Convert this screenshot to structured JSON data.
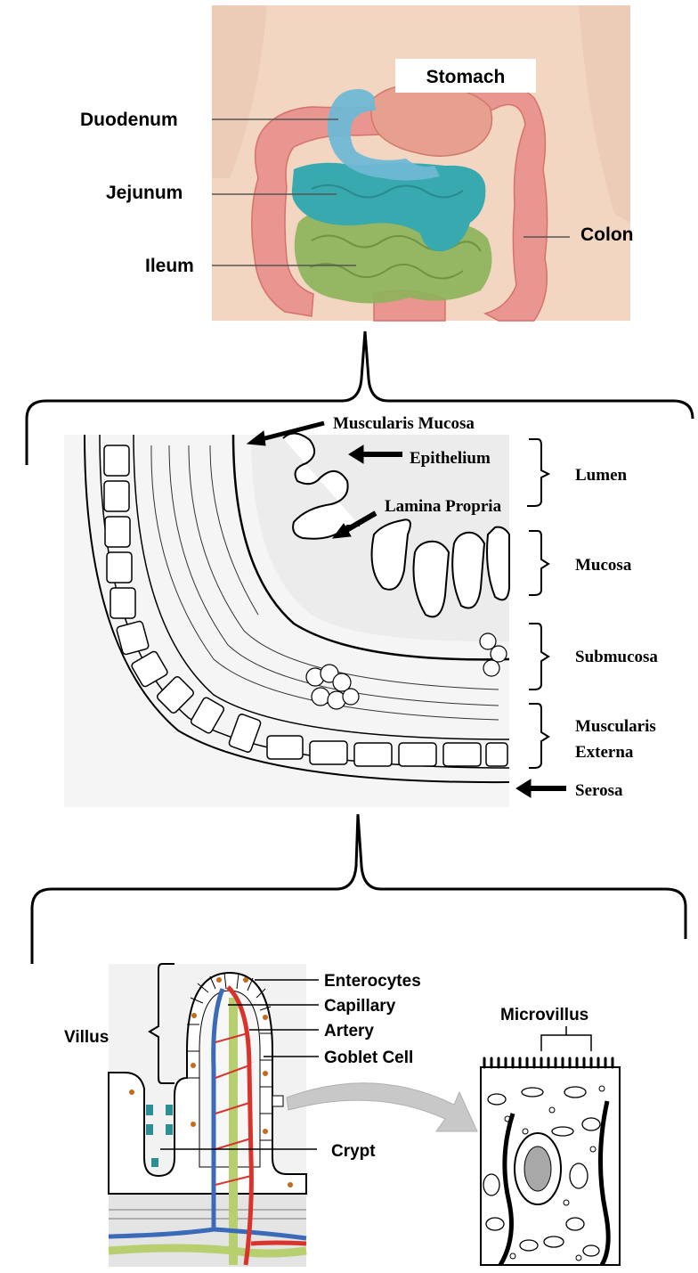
{
  "top_panel": {
    "labels": {
      "stomach": "Stomach",
      "duodenum": "Duodenum",
      "jejunum": "Jejunum",
      "ileum": "Ileum",
      "colon": "Colon"
    },
    "colors": {
      "skin": "#f0d2bd",
      "colon": "#e8908a",
      "stomach": "#e7a08f",
      "duodenum": "#6fb8d4",
      "jejunum": "#38a9ae",
      "ileum": "#8db35b"
    }
  },
  "middle_panel": {
    "labels": {
      "muscularis_mucosa": "Muscularis Mucosa",
      "epithelium": "Epithelium",
      "lamina_propria": "Lamina Propria",
      "lumen": "Lumen",
      "mucosa": "Mucosa",
      "submucosa": "Submucosa",
      "muscularis_externa_line1": "Muscularis",
      "muscularis_externa_line2": "Externa",
      "serosa": "Serosa"
    }
  },
  "bottom_panel": {
    "labels": {
      "villus": "Villus",
      "enterocytes": "Enterocytes",
      "capillary": "Capillary",
      "artery": "Artery",
      "goblet_cell": "Goblet Cell",
      "crypt": "Crypt",
      "microvillus": "Microvillus"
    },
    "colors": {
      "artery": "#d9342b",
      "vein": "#3b6bb8",
      "lacteal": "#b7cf6e",
      "goblet": "#c56b1a",
      "crypt_cells": "#2c8f94"
    }
  }
}
